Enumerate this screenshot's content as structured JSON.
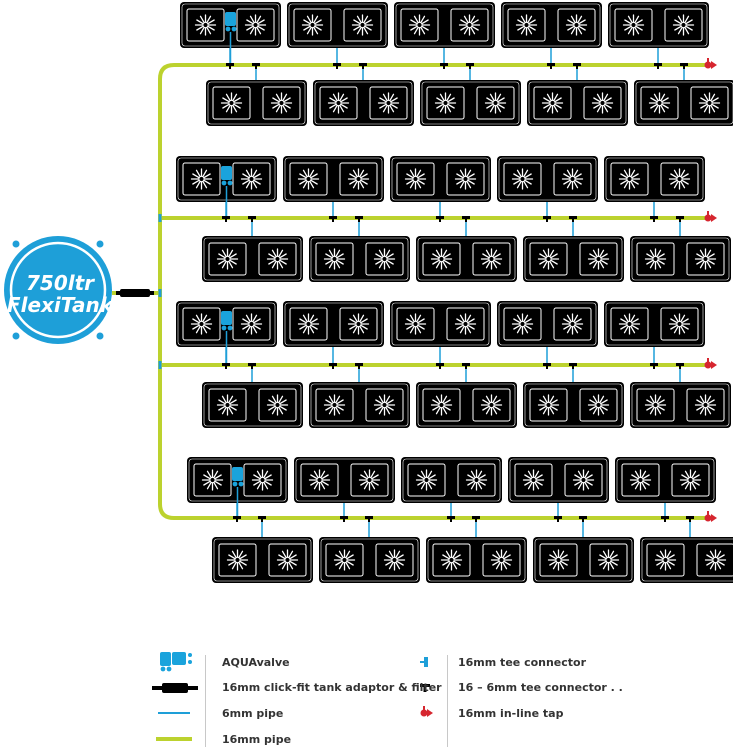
{
  "tank": {
    "line1": "750ltr",
    "line2": "FlexiTank",
    "color": "#1aa3dc"
  },
  "colors": {
    "pipe16": "#bcd22e",
    "pipe6": "#1e9fd8",
    "pot": "#000000",
    "tap": "#d6262f",
    "aquavalve": "#1aa3dc"
  },
  "legend": {
    "left": [
      {
        "icon": "aquavalve-icon",
        "label": "AQUAvalve"
      },
      {
        "icon": "tank-adaptor-filter-icon",
        "label": "16mm click-fit tank adaptor & filter"
      },
      {
        "icon": "6mm-pipe-icon",
        "label": "6mm pipe"
      },
      {
        "icon": "16mm-pipe-icon",
        "label": "16mm pipe"
      }
    ],
    "right": [
      {
        "icon": "16mm-tee-connector-icon",
        "label": "16mm tee connector"
      },
      {
        "icon": "16-6mm-tee-connector-icon",
        "label": "16 – 6mm  tee connector . ."
      },
      {
        "icon": "16mm-inline-tap-icon",
        "label": "16mm in-line tap"
      }
    ]
  }
}
